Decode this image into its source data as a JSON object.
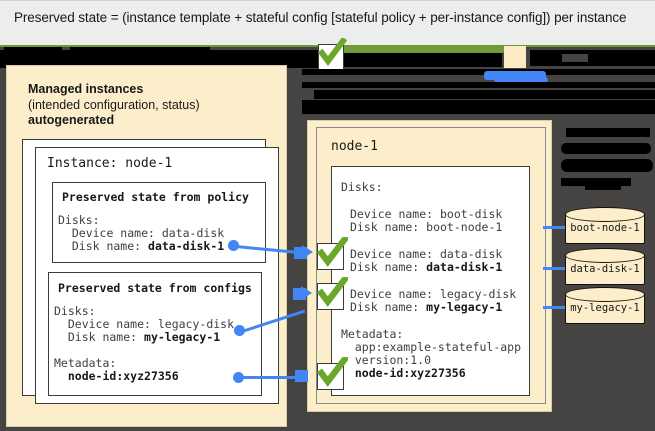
{
  "caption": {
    "text": "Preserved state = (instance template + stateful config [stateful policy + per-instance config]) per instance"
  },
  "colors": {
    "accent_blue": "#4285f4",
    "panel_cream": "#fdeecb",
    "check_green": "#6aa72b",
    "rule_green": "#6c9a35",
    "slide_background": "#454442",
    "caption_background": "#eceded"
  },
  "left_panel": {
    "name": "managed-instances",
    "heading_line1": "Managed instances",
    "heading_line2": "(intended configuration, status)",
    "heading_line3": "autogenerated",
    "instance_title": "Instance: node-1",
    "policy_box": {
      "title": "Preserved state from policy",
      "lines": [
        {
          "text": "Disks:",
          "bold": false
        },
        {
          "text": "  Device name: data-disk",
          "bold": false
        },
        {
          "text": "  Disk name: ",
          "bold_tail": "data-disk-1"
        }
      ]
    },
    "configs_box": {
      "title": "Preserved state from configs",
      "lines": [
        {
          "text": "Disks:",
          "bold": false
        },
        {
          "text": "  Device name: legacy-disk",
          "bold": false
        },
        {
          "text": "  Disk name: ",
          "bold_tail": "my-legacy-1"
        },
        {
          "text": "",
          "bold": false
        },
        {
          "text": "Metadata:",
          "bold": false
        },
        {
          "text": "  ",
          "bold_tail": "node-id:xyz27356"
        }
      ]
    }
  },
  "right_panel": {
    "name": "actual-instance",
    "node_title": "node-1",
    "disks_label": "Disks:",
    "entries": [
      {
        "device": "Device name: boot-disk",
        "disk_plain": "Disk name: boot-node-1",
        "disk_bold": "",
        "checked": false
      },
      {
        "device": "Device name: data-disk",
        "disk_plain": "Disk name: ",
        "disk_bold": "data-disk-1",
        "checked": true
      },
      {
        "device": "Device name: legacy-disk",
        "disk_plain": "Disk name: ",
        "disk_bold": "my-legacy-1",
        "checked": true
      }
    ],
    "metadata_label": "Metadata:",
    "metadata": [
      {
        "text": "  app:example-stateful-app",
        "bold": false
      },
      {
        "text": "  version:1.0",
        "bold": false
      },
      {
        "text": "  ",
        "bold_tail": "node-id:xyz27356",
        "checked": true
      }
    ]
  },
  "disks": [
    {
      "label": "boot-node-1"
    },
    {
      "label": "data-disk-1"
    },
    {
      "label": "my-legacy-1"
    }
  ],
  "icons": {
    "check": "check-mark-icon"
  }
}
